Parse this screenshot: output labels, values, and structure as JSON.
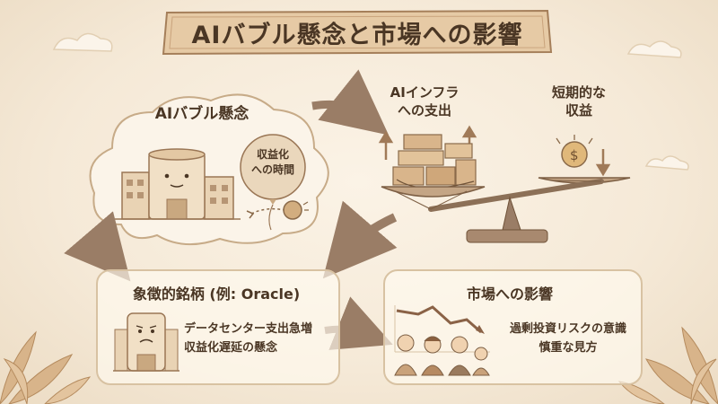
{
  "title": "AIバブル懸念と市場への影響",
  "bubble": {
    "heading": "AIバブル懸念",
    "balloon_label": "収益化\nへの時間"
  },
  "balance": {
    "left_label": "AIインフラ\nへの支出",
    "right_label": "短期的な\n収益"
  },
  "symbol": {
    "heading": "象徴的銘柄 (例: Oracle)",
    "line1": "データセンター支出急増",
    "line2": "収益化遅延の懸念"
  },
  "market": {
    "heading": "市場への影響",
    "line1": "過剰投資リスクの意識",
    "line2": "慎重な見方"
  },
  "colors": {
    "ink": "#4a3624",
    "accent": "#9a6f4d",
    "panel_border": "#d8c2a2",
    "background": "#f4e8d6"
  }
}
